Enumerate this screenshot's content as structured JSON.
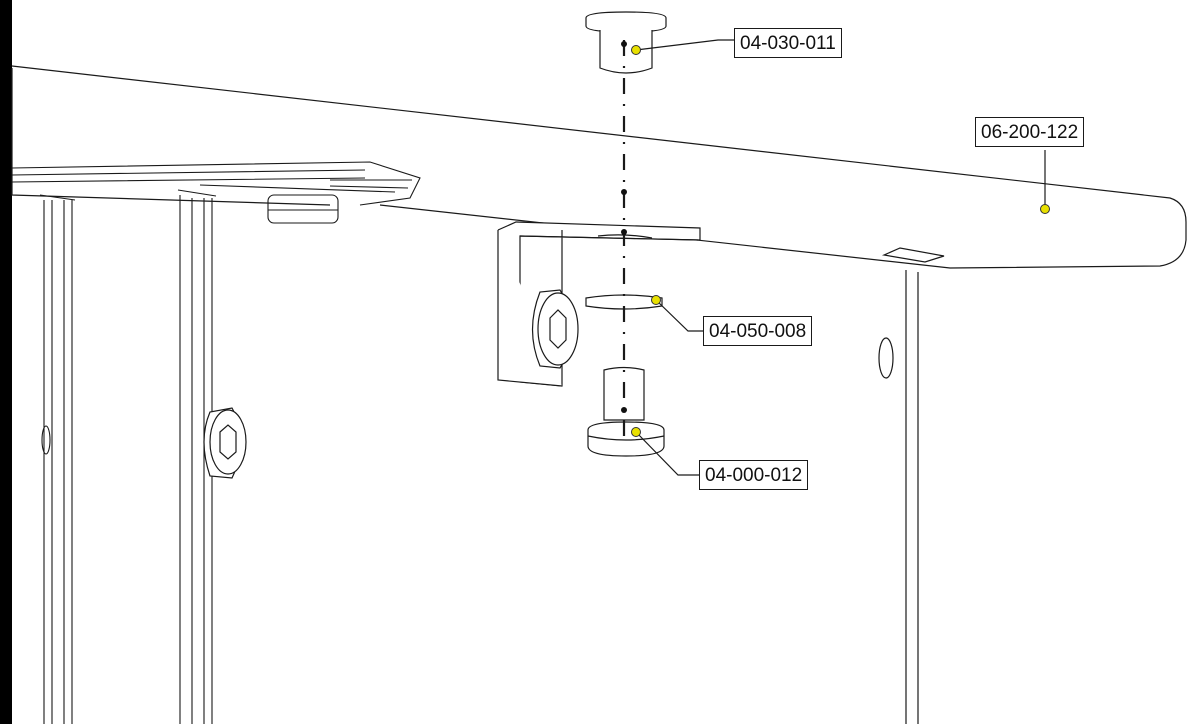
{
  "colors": {
    "background": "#000000",
    "paper": "#ffffff",
    "line": "#1a1a1a",
    "marker": "#e8e000"
  },
  "callouts": {
    "part_04_030_011": "04-030-011",
    "part_06_200_122": "06-200-122",
    "part_04_050_008": "04-050-008",
    "part_04_000_012": "04-000-012"
  }
}
